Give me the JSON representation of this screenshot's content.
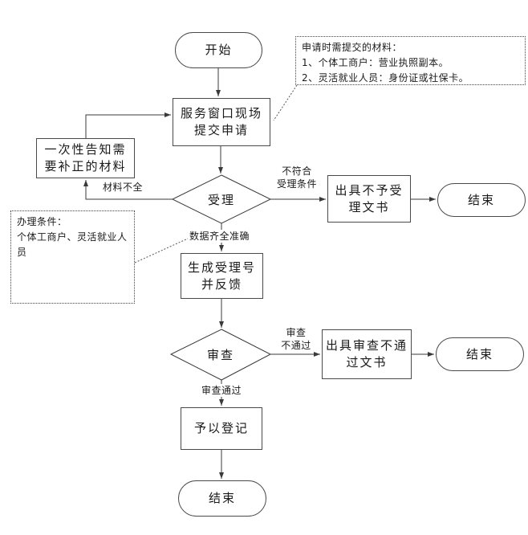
{
  "diagram": {
    "nodes": {
      "start": "开始",
      "submit": "服务窗口现场\n提交申请",
      "notify": "一次性告知需\n要补正的材料",
      "accept_decision": "受理",
      "reject_accept_doc": "出具不予受\n理文书",
      "end_accept": "结束",
      "generate_number": "生成受理号\n并反馈",
      "review_decision": "审查",
      "reject_review_doc": "出具审查不通\n过文书",
      "end_review": "结束",
      "register": "予以登记",
      "end_final": "结束"
    },
    "edge_labels": {
      "materials_incomplete": "材料不全",
      "not_meet_conditions": "不符合\n受理条件",
      "data_complete": "数据齐全准确",
      "review_fail": "审查\n不通过",
      "review_pass": "审查通过"
    },
    "annotations": {
      "materials_note": "申请时需提交的材料：\n1、个体工商户：营业执照副本。\n2、灵活就业人员：身份证或社保卡。",
      "conditions_note": "办理条件：\n个体工商户、灵活就业人\n员"
    },
    "colors": {
      "line": "#3a3a3a",
      "border": "#4a4a4a",
      "background": "#ffffff",
      "text": "#1a1a1a"
    }
  }
}
